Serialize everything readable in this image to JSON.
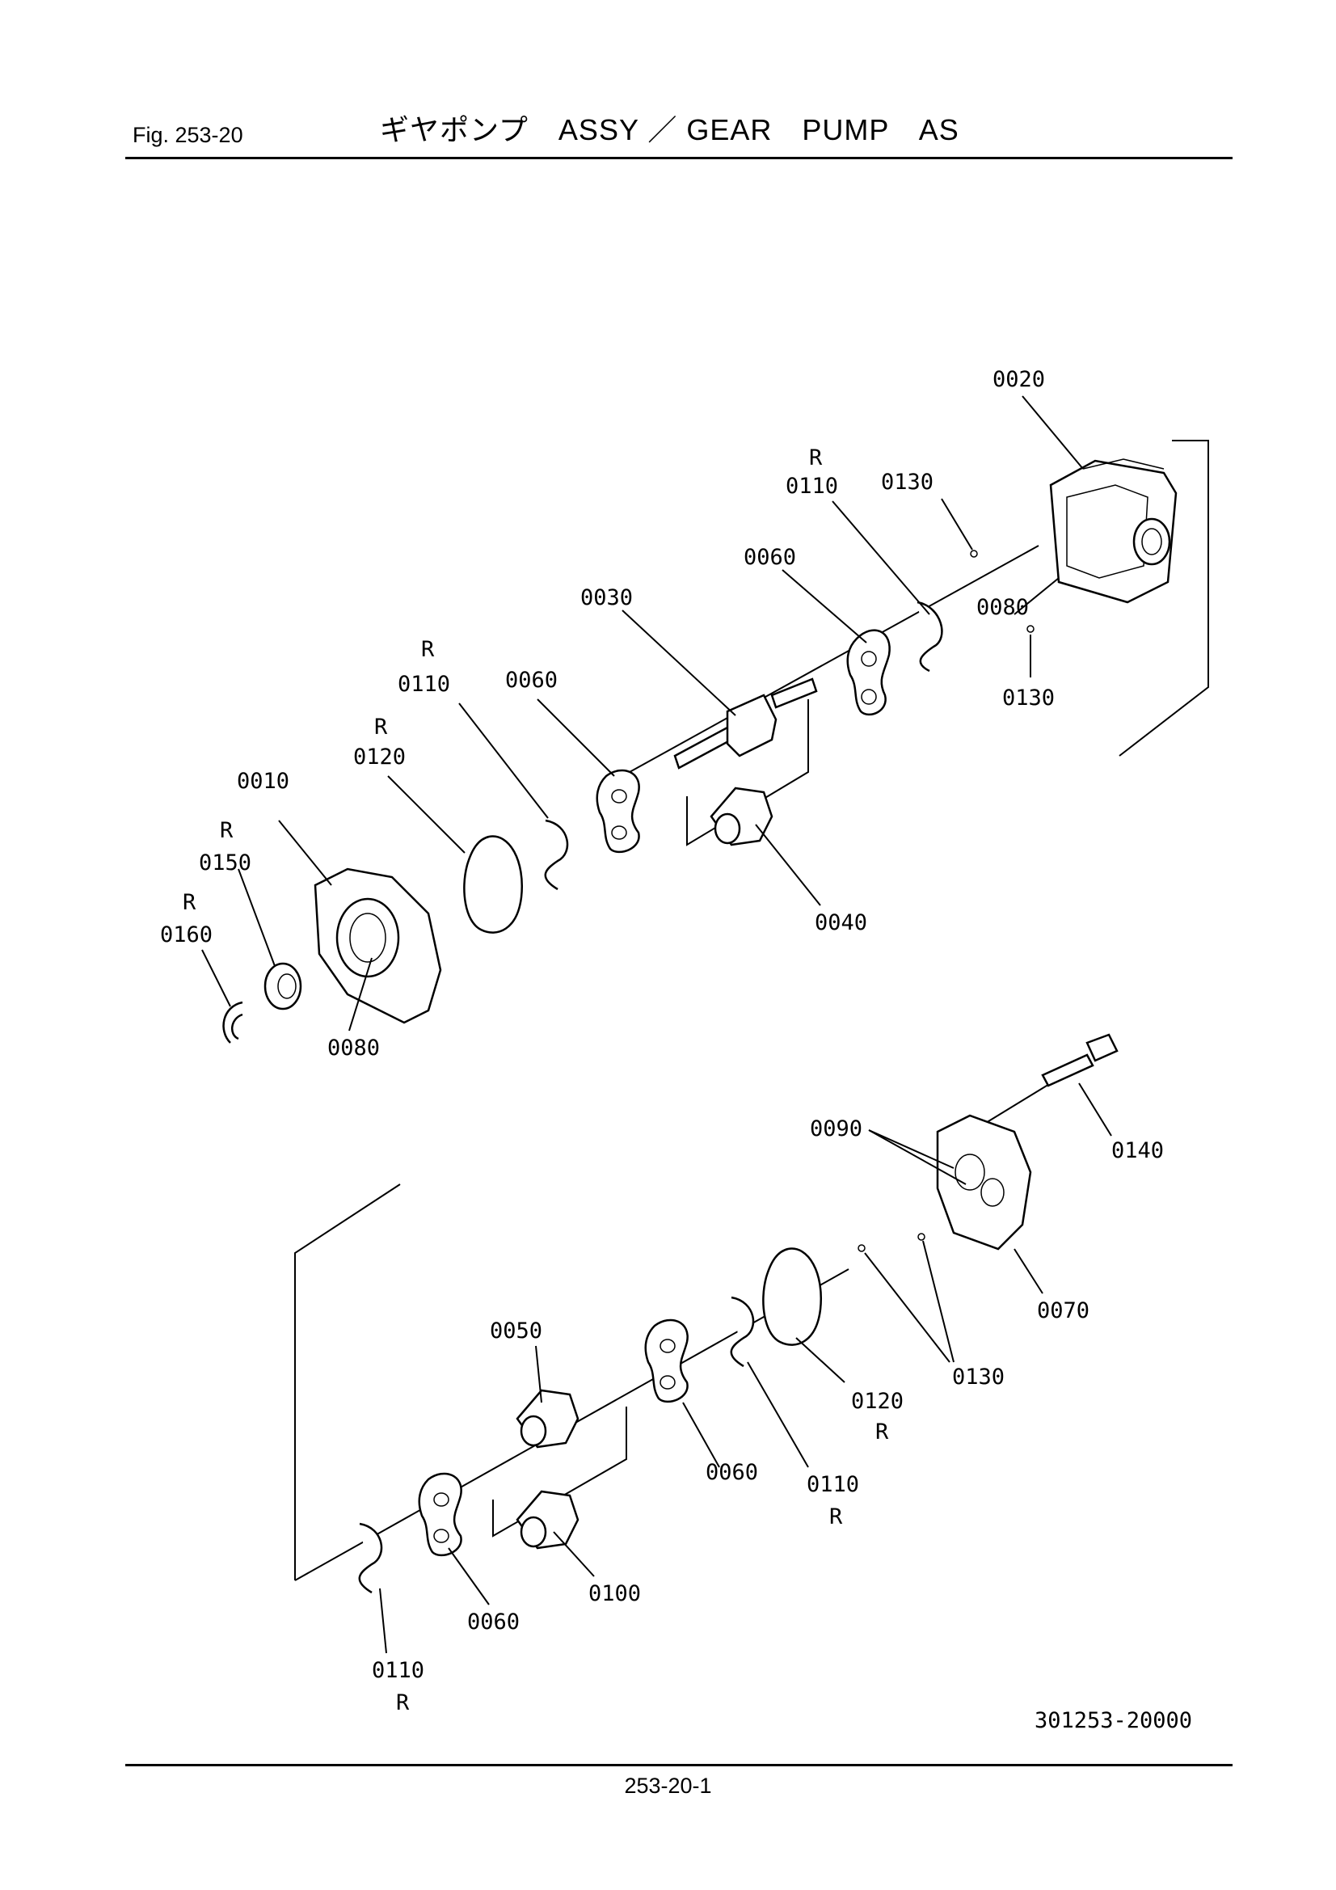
{
  "header": {
    "figure_label": "Fig. 253-20",
    "title": "ギヤポンプ　ASSY ／ GEAR　PUMP　AS"
  },
  "drawing_number": "301253-20000",
  "page_number": "253-20-1",
  "callouts": {
    "p0020": "0020",
    "p0110_top_right": "0110",
    "p0110_top_right_r": "R",
    "p0130_top_a": "0130",
    "p0060_top_right": "0060",
    "p0030": "0030",
    "p0080_top_right": "0080",
    "p0130_top_b": "0130",
    "p0110_top_left": "0110",
    "p0110_top_left_r": "R",
    "p0060_top_left": "0060",
    "p0120_top": "0120",
    "p0120_top_r": "R",
    "p0010": "0010",
    "p0150": "0150",
    "p0150_r": "R",
    "p0160": "0160",
    "p0160_r": "R",
    "p0040": "0040",
    "p0080_bottom_left": "0080",
    "p0090": "0090",
    "p0140": "0140",
    "p0070": "0070",
    "p0130_bottom": "0130",
    "p0050": "0050",
    "p0120_bottom": "0120",
    "p0120_bottom_r": "R",
    "p0060_bottom_mid": "0060",
    "p0110_bottom_mid": "0110",
    "p0110_bottom_mid_r": "R",
    "p0100": "0100",
    "p0060_bottom_left": "0060",
    "p0110_bottom_left": "0110",
    "p0110_bottom_left_r": "R"
  }
}
